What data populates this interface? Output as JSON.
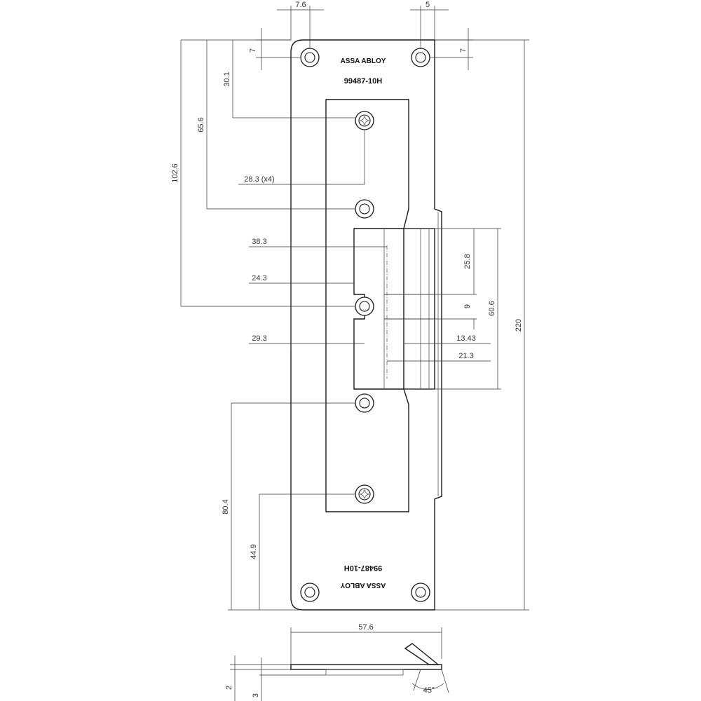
{
  "colors": {
    "line": "#1a1a1a",
    "dimension": "#333333",
    "background": "#ffffff"
  },
  "plate": {
    "part_number_top": "99487-10H",
    "part_number_bottom": "99487-10H",
    "logo_top": "ASSA ABLOY",
    "logo_bottom": "ASSA ABLOY"
  },
  "icons": {
    "mounting_hole": "countersunk-hole-icon",
    "screw": "torx-screw-icon"
  },
  "dimensions": {
    "top_left_hole_offset": "7.6",
    "top_right_hole_offset": "5",
    "left_hole_vertical": "7",
    "right_hole_vertical": "7",
    "top_screw": "30.1",
    "second_hole": "65.6",
    "center_hole": "102.6",
    "hole_spacing": "28.3 (x4)",
    "latch_top": "38.3",
    "latch_notch": "24.3",
    "latch_lower": "29.3",
    "latch_height_upper": "25.8",
    "latch_gap": "9",
    "latch_total": "60.6",
    "lip_offset": "13.43",
    "lip_depth": "21.3",
    "overall_height": "220",
    "lower_hole": "80.4",
    "bottom_screw": "44.9",
    "plate_width": "57.6",
    "thickness": "2",
    "edge_height": "3",
    "lip_angle": "45°"
  }
}
